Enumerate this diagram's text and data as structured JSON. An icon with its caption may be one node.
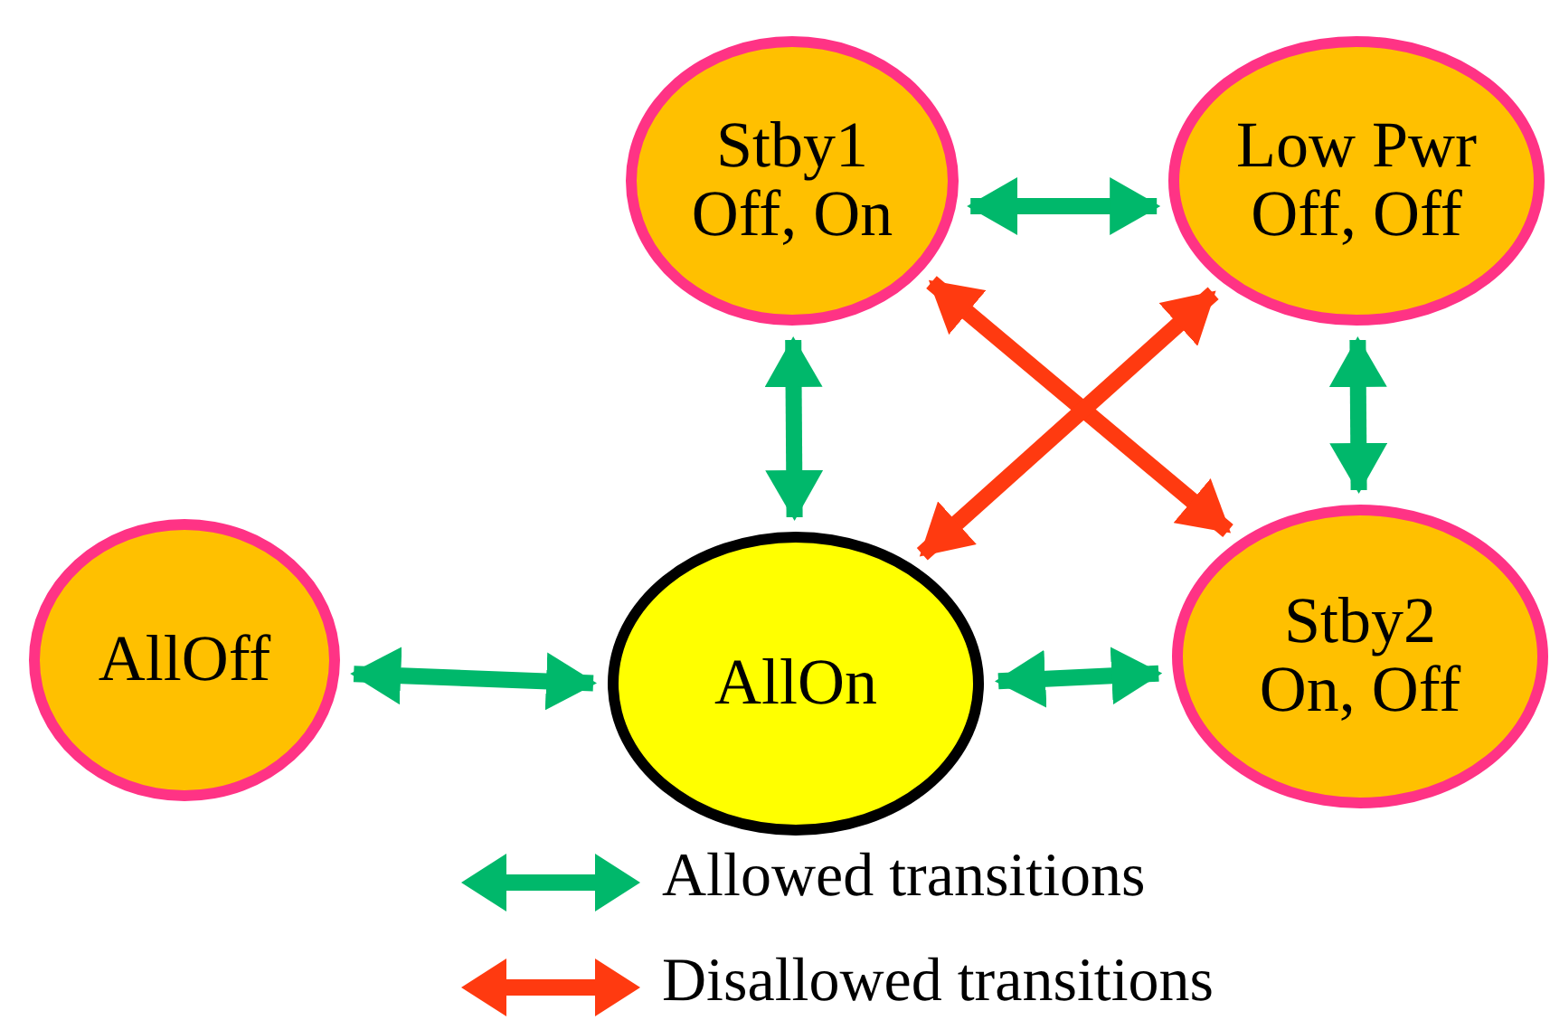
{
  "diagram": {
    "nodes": [
      {
        "text": [
          "Stby1",
          "Off, On"
        ]
      },
      {
        "text": [
          "Low Pwr",
          "Off, Off"
        ]
      },
      {
        "text": [
          "AllOff"
        ]
      },
      {
        "text": [
          "AllOn"
        ]
      },
      {
        "text": [
          "Stby2",
          "On, Off"
        ]
      }
    ],
    "edges": [
      {
        "from": 0,
        "to": 1,
        "arrow": "both"
      },
      {
        "from": 0,
        "to": 3,
        "arrow": "both"
      },
      {
        "from": 1,
        "to": 4,
        "arrow": "both"
      },
      {
        "from": 0,
        "to": 4,
        "arrow": "both",
        "color": "#ff3a10"
      },
      {
        "from": 1,
        "to": 3,
        "arrow": "both",
        "color": "#ff3a10"
      },
      {
        "from": 2,
        "to": 3,
        "arrow": "both"
      },
      {
        "from": 3,
        "to": 4,
        "arrow": "both"
      }
    ],
    "legend": [
      {
        "text": "Allowed transitions"
      },
      {
        "text": "Disallowed transitions"
      }
    ]
  }
}
